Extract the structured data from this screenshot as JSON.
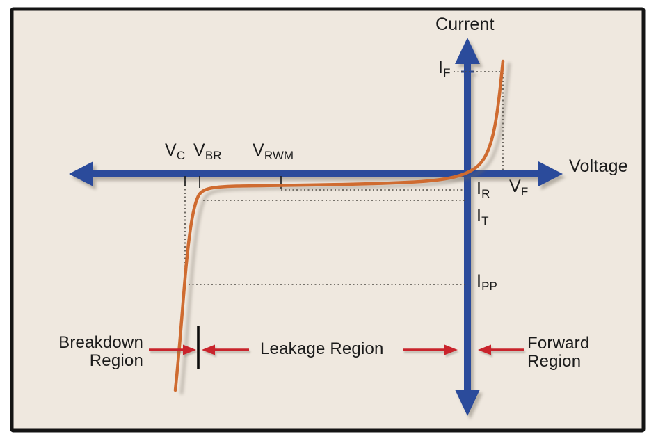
{
  "axis": {
    "x_label": "Voltage",
    "y_label": "Current"
  },
  "labels": {
    "if": {
      "main": "I",
      "sub": "F"
    },
    "vc": {
      "main": "V",
      "sub": "C"
    },
    "vbr": {
      "main": "V",
      "sub": "BR"
    },
    "vrwm": {
      "main": "V",
      "sub": "RWM"
    },
    "ir": {
      "main": "I",
      "sub": "R"
    },
    "vf": {
      "main": "V",
      "sub": "F"
    },
    "it": {
      "main": "I",
      "sub": "T"
    },
    "ipp": {
      "main": "I",
      "sub": "PP"
    }
  },
  "regions": {
    "breakdown_line1": "Breakdown",
    "breakdown_line2": "Region",
    "leakage": "Leakage Region",
    "forward_line1": "Forward",
    "forward_line2": "Region"
  },
  "colors": {
    "panel_bg": "#EFE8DF",
    "border": "#141414",
    "axis_blue": "#2B4B9B",
    "curve_orange": "#CF6B30",
    "arrow_red": "#C9242C",
    "dotted": "#4F4B45",
    "text": "#1B1B1B"
  }
}
